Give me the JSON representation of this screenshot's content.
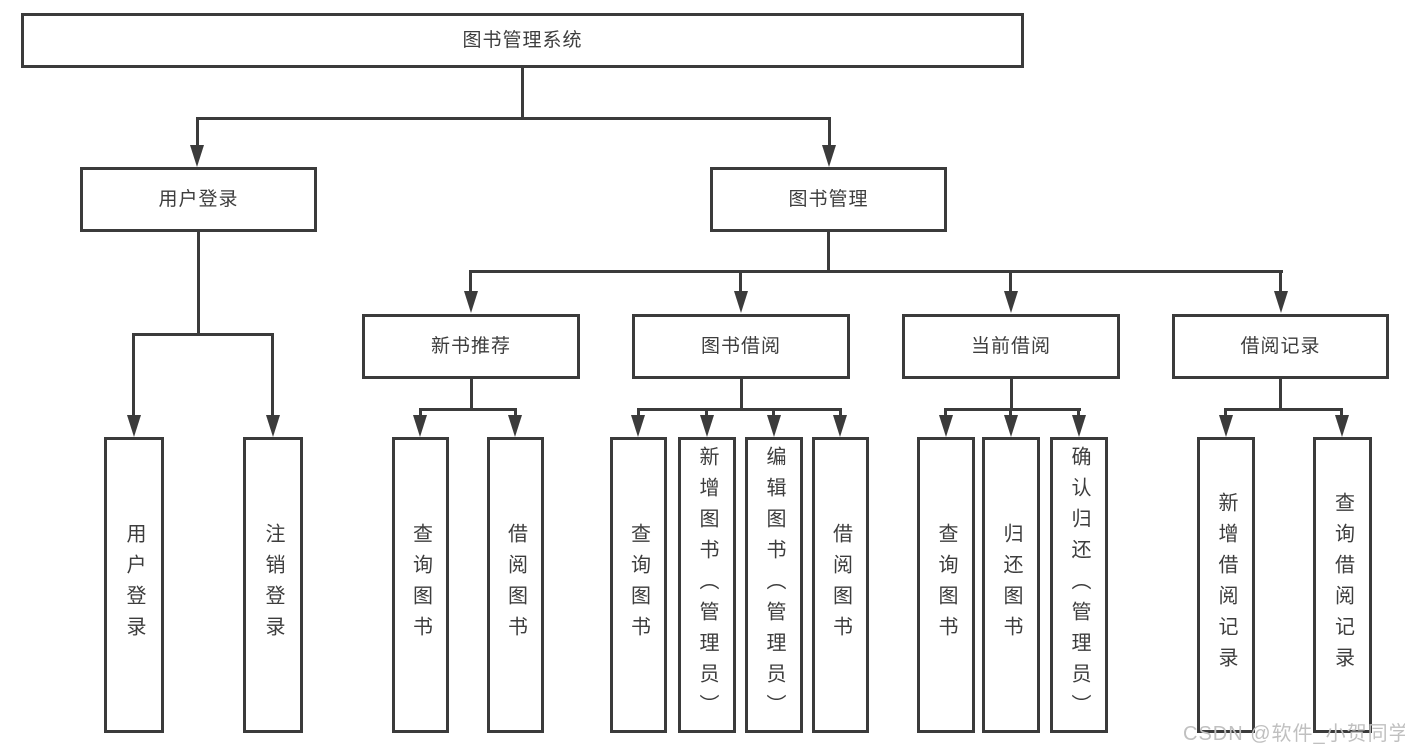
{
  "diagram": {
    "title": "图书管理系统",
    "branches": [
      {
        "label": "用户登录",
        "children": [
          "用户登录",
          "注销登录"
        ]
      },
      {
        "label": "图书管理",
        "children": [
          {
            "label": "新书推荐",
            "children": [
              "查询图书",
              "借阅图书"
            ]
          },
          {
            "label": "图书借阅",
            "children": [
              "查询图书",
              "新增图书（管理员）",
              "编辑图书（管理员）",
              "借阅图书"
            ]
          },
          {
            "label": "当前借阅",
            "children": [
              "查询图书",
              "归还图书",
              "确认归还（管理员）"
            ]
          },
          {
            "label": "借阅记录",
            "children": [
              "新增借阅记录",
              "查询借阅记录"
            ]
          }
        ]
      }
    ],
    "colors": {
      "line": "#3b3b3b",
      "text": "#3d3d3d",
      "watermark": "#c0c0c0"
    },
    "watermark": "CSDN @软件_小贺同学"
  }
}
